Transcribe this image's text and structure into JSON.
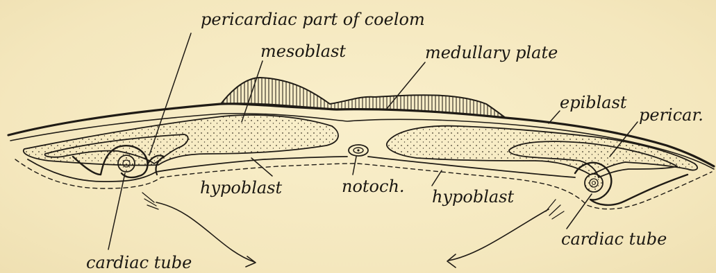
{
  "colors": {
    "paper": "#f6ebc4",
    "ink": "#1f1b15",
    "mesoblast_fill": "#efe3b8"
  },
  "labels": {
    "pericardiac_part_of_coelom": "pericardiac part of coelom",
    "mesoblast": "mesoblast",
    "medullary_plate": "medullary plate",
    "epiblast": "epiblast",
    "pericar": "pericar.",
    "hypoblast_left": "hypoblast",
    "notoch": "notoch.",
    "hypoblast_right": "hypoblast",
    "cardiac_tube_right": "cardiac tube",
    "cardiac_tube_left": "cardiac tube"
  }
}
